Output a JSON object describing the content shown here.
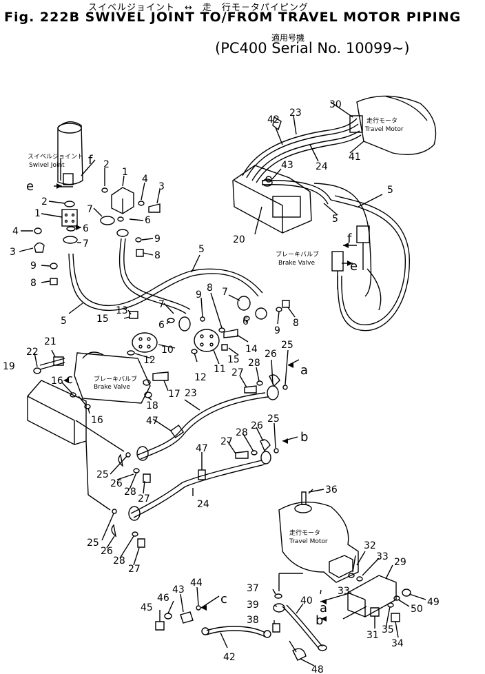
{
  "header": {
    "title_jp": "スイベルジョイント　↔　走　行モ－タパイピング",
    "title": "Fig. 222B SWIVEL JOINT TO/FROM TRAVEL MOTOR PIPING",
    "applicability_jp": "適用号機",
    "applicability": "(PC400 Serial No. 10099~)"
  },
  "labels": {
    "swivel_joint_jp": "スイベルジョイント",
    "swivel_joint": "Swivel Joint",
    "travel_motor_jp": "走行モータ",
    "travel_motor": "Travel Motor",
    "brake_valve_jp": "ブレーキバルブ",
    "brake_valve": "Brake Valve"
  },
  "refs": {
    "e": "e",
    "f": "f",
    "a": "a",
    "b": "b",
    "c": "c"
  },
  "part_numbers": {
    "p1": "1",
    "p2": "2",
    "p3": "3",
    "p4": "4",
    "p5": "5",
    "p6": "6",
    "p7": "7",
    "p8": "8",
    "p9": "9",
    "p10": "10",
    "p11": "11",
    "p12": "12",
    "p13": "13",
    "p14": "14",
    "p15": "15",
    "p16": "16",
    "p17": "17",
    "p18": "18",
    "p19": "19",
    "p20": "20",
    "p21": "21",
    "p22": "22",
    "p23": "23",
    "p24": "24",
    "p25": "25",
    "p26": "26",
    "p27": "27",
    "p28": "28",
    "p29": "29",
    "p30": "30",
    "p31": "31",
    "p32": "32",
    "p33": "33",
    "p34": "34",
    "p35": "35",
    "p36": "36",
    "p37": "37",
    "p38": "38",
    "p39": "39",
    "p40": "40",
    "p41": "41",
    "p42": "42",
    "p43": "43",
    "p44": "44",
    "p45": "45",
    "p46": "46",
    "p47": "47",
    "p48": "48",
    "p49": "49",
    "p50": "50"
  }
}
